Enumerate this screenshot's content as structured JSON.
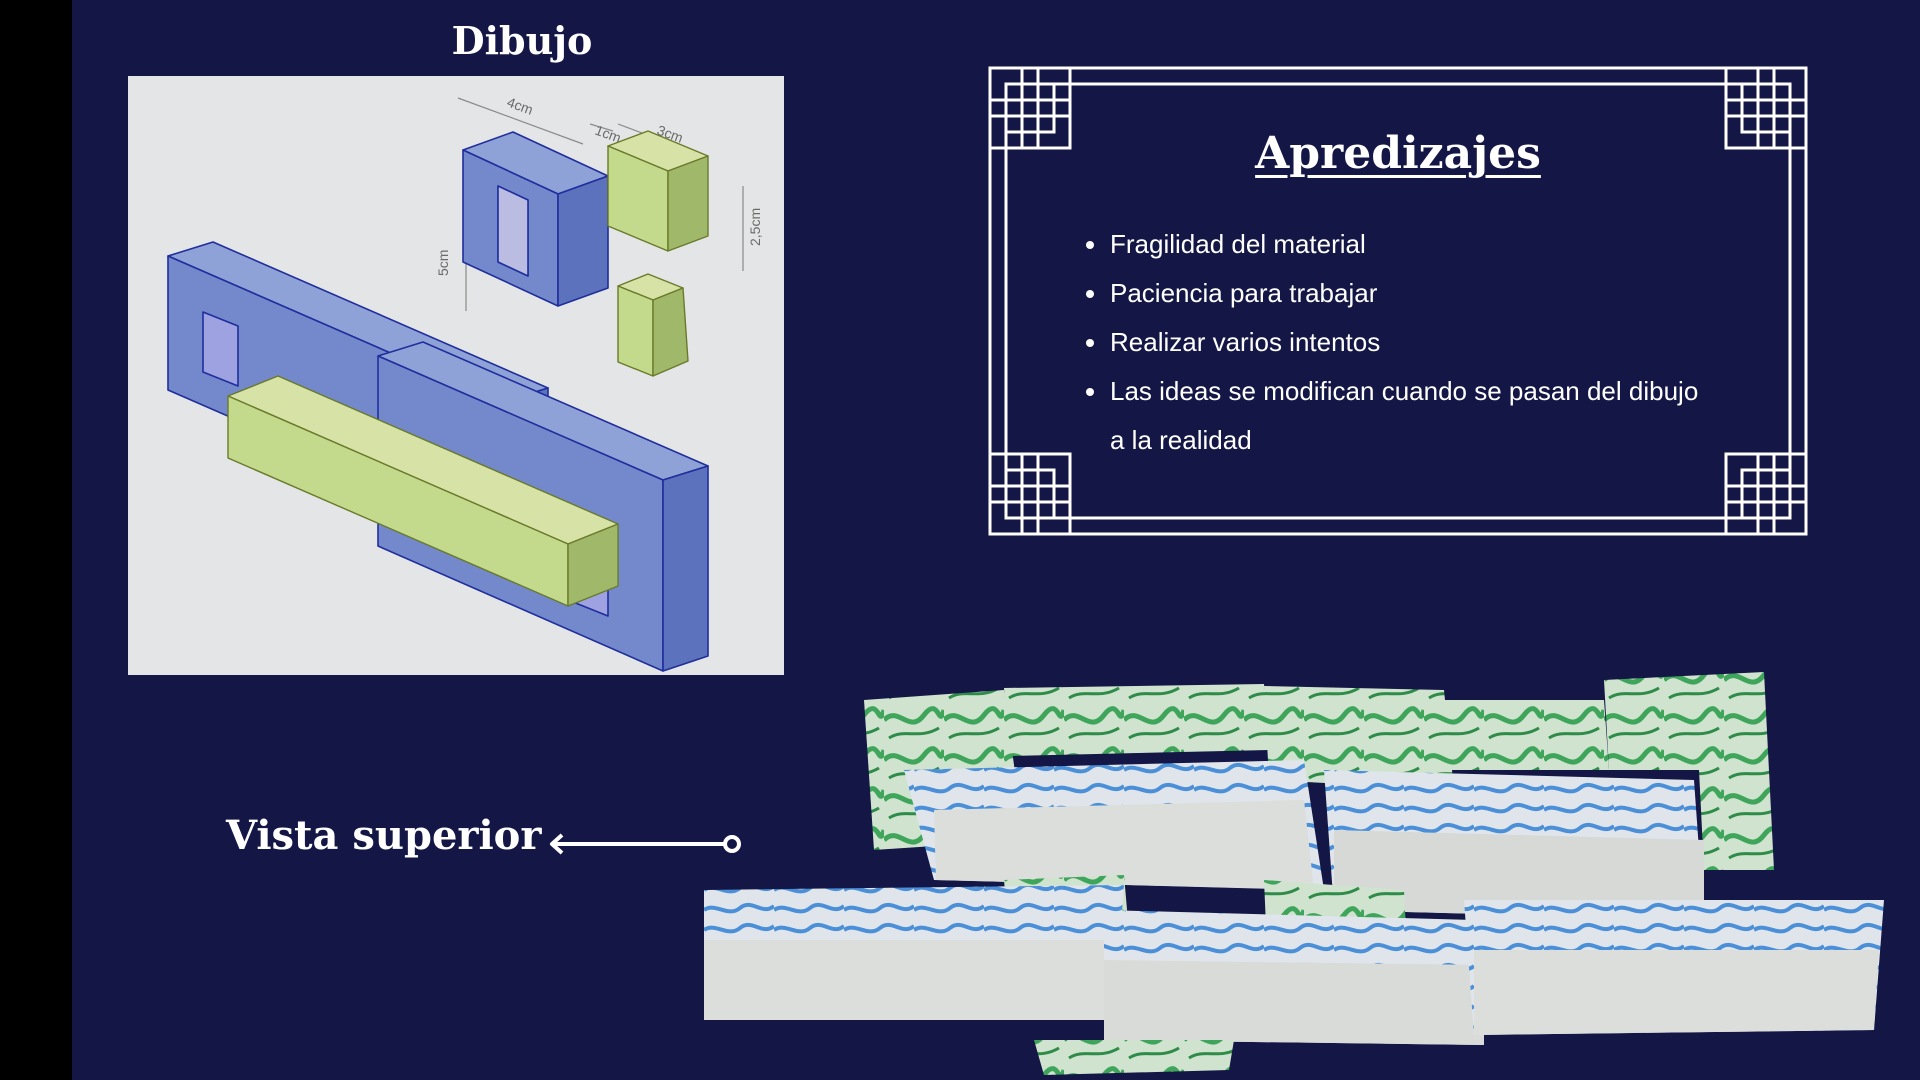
{
  "slide": {
    "background": "#141646",
    "side_bar_color": "#000000"
  },
  "drawing": {
    "title": "Dibujo",
    "dimension_labels": [
      "4cm",
      "1cm",
      "3cm",
      "5cm",
      "2,5cm"
    ],
    "colors": {
      "blue": "#6f86c9",
      "green": "#c3d98c",
      "paper": "#e4e5e6"
    }
  },
  "learnings": {
    "title": "Apredizajes",
    "items": [
      "Fragilidad del material",
      "Paciencia para trabajar",
      "Realizar varios intentos",
      "Las ideas se modifican cuando se pasan del dibujo a la realidad"
    ]
  },
  "top_view": {
    "label": "Vista superior",
    "arrow_icon": "left-arrow-icon"
  },
  "model": {
    "colors": {
      "concrete": "#dcdedb",
      "green_marble": "#3fa55a",
      "blue_marble": "#4a8fd8"
    }
  }
}
